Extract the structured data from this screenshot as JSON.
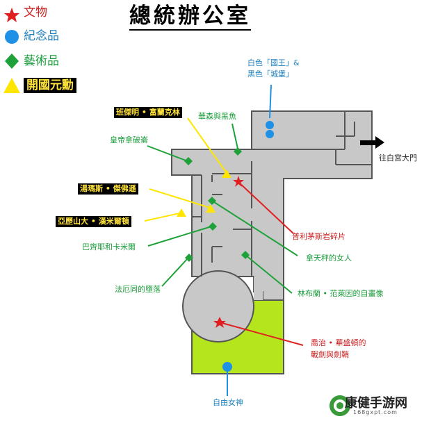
{
  "title": "總統辦公室",
  "legend": [
    {
      "label": "文物",
      "symbol": "star",
      "color": "#e02020"
    },
    {
      "label": "紀念品",
      "symbol": "circle",
      "color": "#1e90e6"
    },
    {
      "label": "藝術品",
      "symbol": "diamond",
      "color": "#1fa13a"
    },
    {
      "label": "開國元勳",
      "symbol": "triangle",
      "color": "#ffe600"
    }
  ],
  "labels": {
    "king_castle_line1": "白色「國王」&",
    "king_castle_line2": "黑色「城堡」",
    "washington_fish": "華森與黑魚",
    "exit": "往白宮大門",
    "franklin": "班傑明 • 富蘭克林",
    "napoleon": "皇帝拿破崙",
    "jefferson": "湯瑪斯 • 傑佛遜",
    "hamilton": "亞歷山大 • 漢米爾頓",
    "bazille": "巴齊耶和卡米爾",
    "fall": "法厄同的墮落",
    "prometheus": "普利茅斯岩碎片",
    "woman": "拿天秤的女人",
    "rembrandt": "林布蘭 • 范萊因的自畫像",
    "washington_sword_line1": "喬治 • 華盛頓的",
    "washington_sword_line2": "戰劍與劍鞘",
    "liberty": "自由女神"
  },
  "watermark": {
    "text": "康健手游网",
    "sub": "168gxpt.com"
  },
  "colors": {
    "floor": "#c8c8c8",
    "wall": "#555555",
    "lawn": "#b5e61d",
    "star": "#e02020",
    "circle": "#1e90e6",
    "diamond": "#1fa13a",
    "triangle": "#ffe600"
  }
}
